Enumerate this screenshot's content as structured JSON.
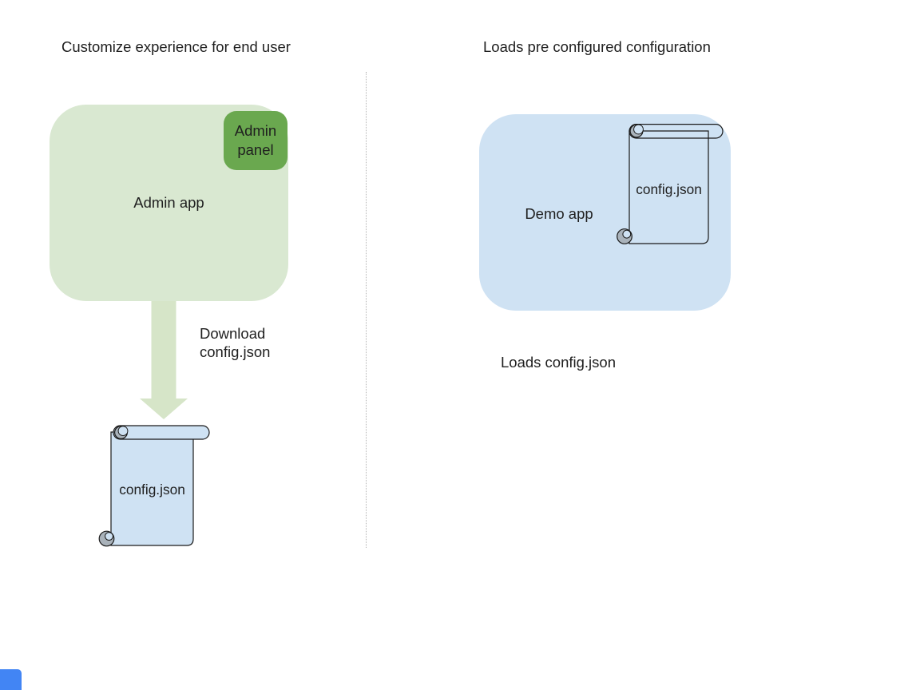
{
  "diagram": {
    "left": {
      "title": "Customize experience for end user",
      "admin_app_label": "Admin app",
      "admin_panel_label": "Admin panel",
      "arrow_label": "Download config.json",
      "config_file_label": "config.json"
    },
    "right": {
      "title": "Loads pre configured configuration",
      "demo_app_label": "Demo app",
      "config_file_label": "config.json",
      "caption": "Loads config.json"
    }
  },
  "colors": {
    "admin_app_bg": "#d9e8d1",
    "admin_panel_bg": "#6aa84f",
    "arrow_fill": "#d6e5c8",
    "demo_app_bg": "#cfe2f3",
    "scroll_fill": "#cfe2f3",
    "curl_gray": "#a9b2ba",
    "outline": "#1a1a1a",
    "divider": "#b5b5b5",
    "corner_shape": "#4285f4",
    "text": "#1f1f1f"
  }
}
